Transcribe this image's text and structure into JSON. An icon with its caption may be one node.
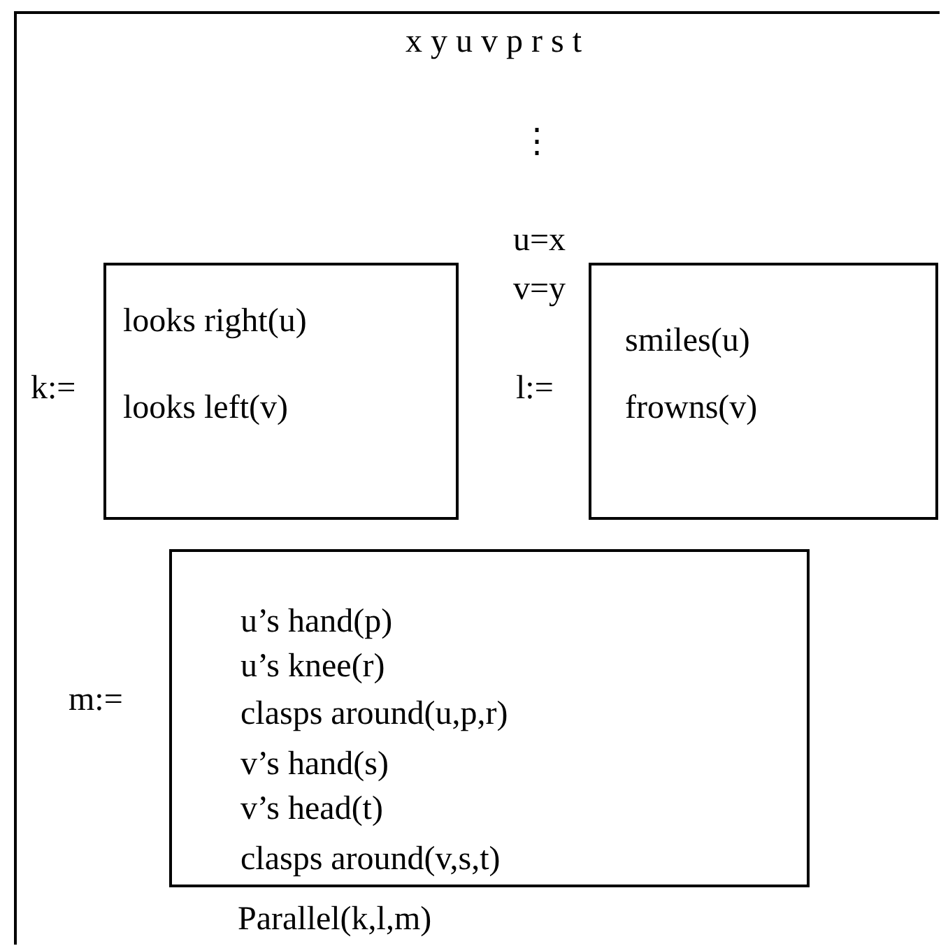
{
  "diagram": {
    "nodes": [
      {
        "text": [
          "x y u v p r s t",
          "⋮",
          "u=x",
          "v=y",
          "Parallel(k,l,m)"
        ]
      },
      {
        "text": [
          "looks right(u)",
          "looks left(v)"
        ],
        "beside": [
          "k:="
        ],
        "in": 0
      },
      {
        "text": [
          "smiles(u)",
          "frowns(v)"
        ],
        "beside": [
          "l:="
        ],
        "in": 0
      },
      {
        "text": [
          "u’s hand(p)",
          "u’s knee(r)",
          "clasps around(u,p,r)",
          "v’s hand(s)",
          "v’s head(t)",
          "clasps around(v,s,t)"
        ],
        "beside": [
          "m:="
        ],
        "in": 0
      }
    ]
  }
}
